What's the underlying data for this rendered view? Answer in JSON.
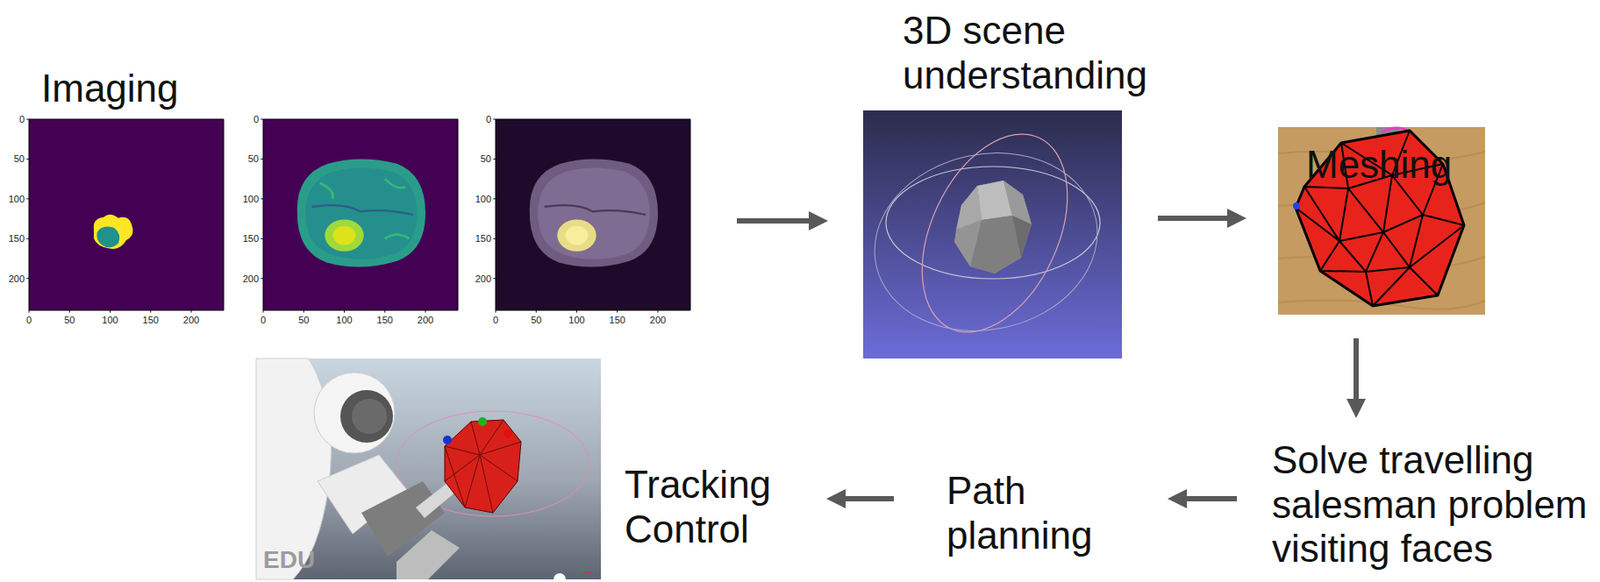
{
  "diagram": {
    "nodes": [
      {
        "text": [
          "Imaging"
        ]
      },
      {
        "text": [
          "3D scene understanding"
        ]
      },
      {
        "text": [
          "Meshing"
        ]
      },
      {
        "text": [
          "Solve travelling salesman problem visiting faces"
        ]
      },
      {
        "text": [
          "Path planning"
        ]
      },
      {
        "text": [
          "Tracking Control"
        ]
      }
    ],
    "edges": [
      {
        "from": 0,
        "to": 1,
        "arrow": "to"
      },
      {
        "from": 1,
        "to": 2,
        "arrow": "to"
      },
      {
        "from": 2,
        "to": 3,
        "arrow": "to"
      },
      {
        "from": 3,
        "to": 4,
        "arrow": "to"
      },
      {
        "from": 4,
        "to": 5,
        "arrow": "to"
      }
    ],
    "labels": [
      "0",
      "50",
      "100",
      "150",
      "200",
      "0",
      "50",
      "100",
      "150",
      "200",
      "0",
      "50",
      "100",
      "150",
      "200",
      "0",
      "50",
      "100",
      "150",
      "200",
      "0",
      "50",
      "100",
      "150",
      "200",
      "0",
      "50",
      "100",
      "150",
      "200",
      "EDU"
    ]
  }
}
